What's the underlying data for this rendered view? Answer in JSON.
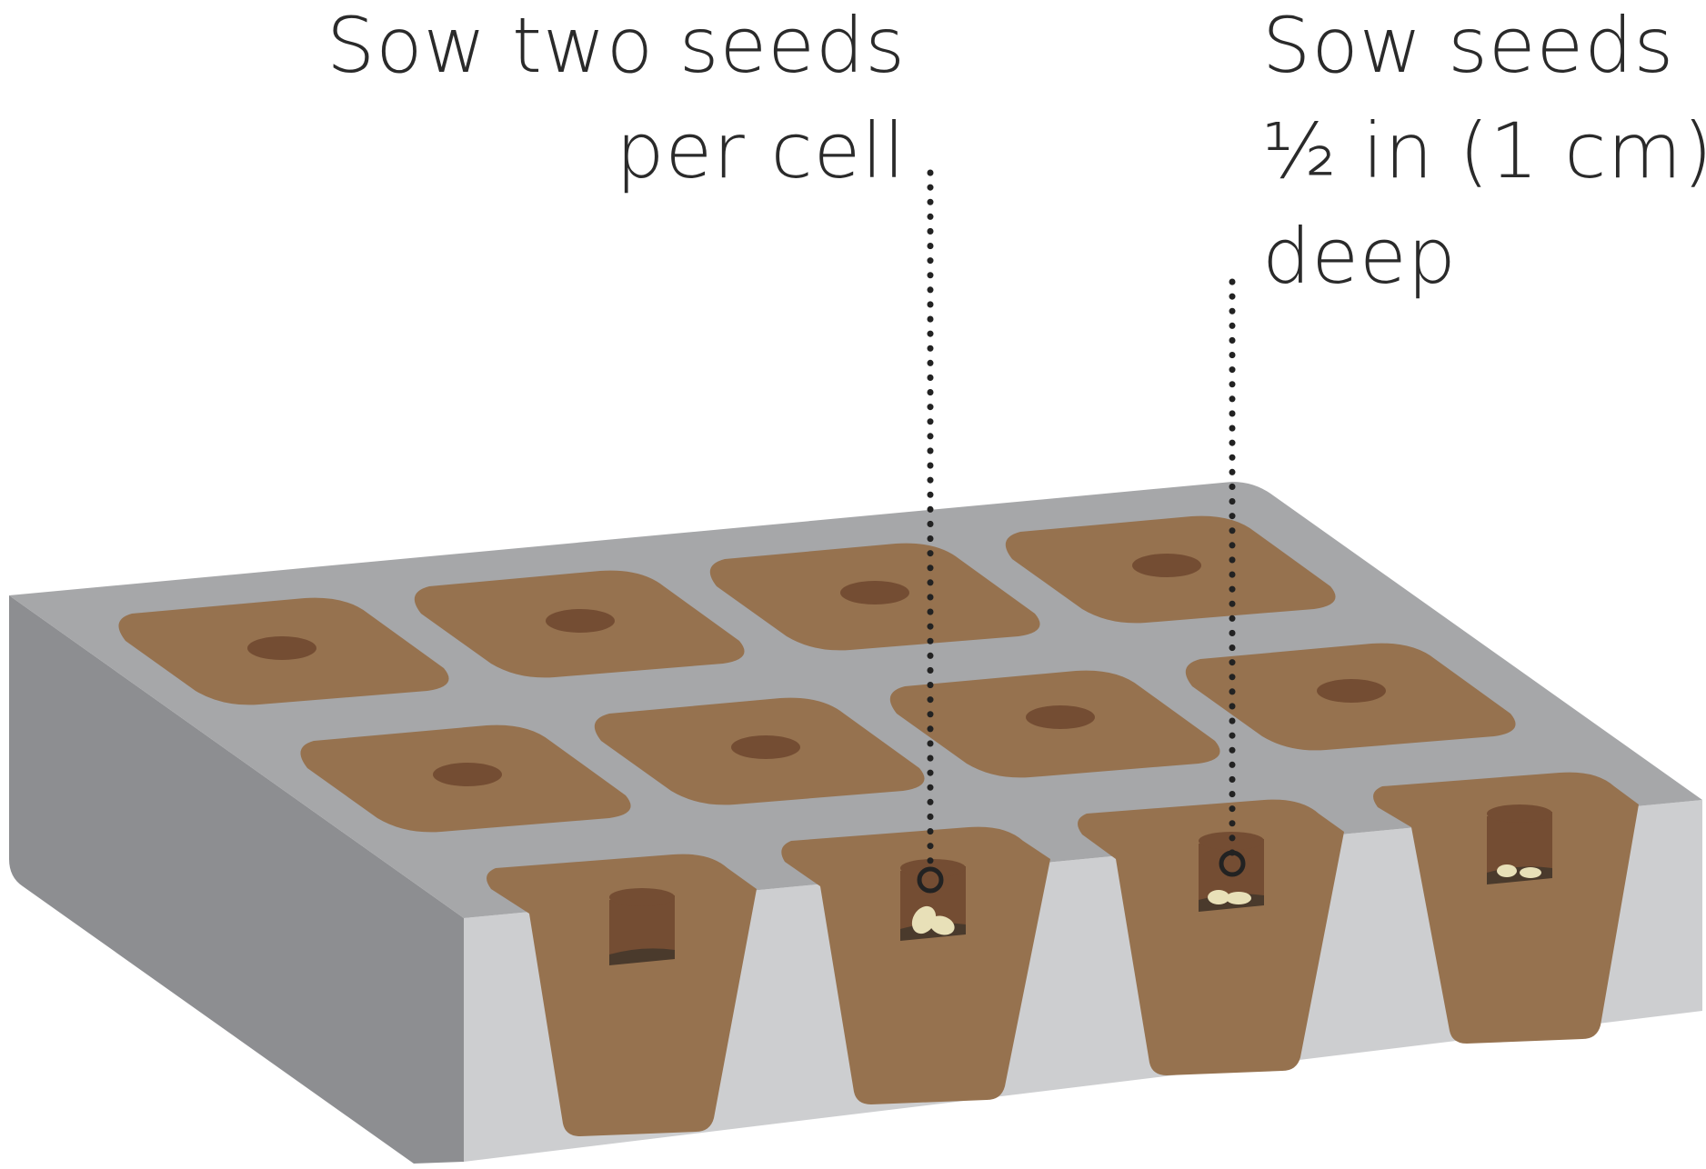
{
  "annotations": [
    {
      "id": "two-seeds",
      "lines": [
        "Sow two seeds",
        "per cell"
      ]
    },
    {
      "id": "seed-depth",
      "lines": [
        "Sow seeds",
        "½ in (1 cm)",
        "deep"
      ]
    }
  ],
  "colors": {
    "tray_top": "#a6a7a9",
    "tray_side_left": "#8d8e91",
    "tray_side_front": "#cdced0",
    "soil": "#96724f",
    "hole": "#744d33",
    "hole_bottom": "#4a3a2c",
    "seed": "#e8e0b8",
    "leader": "#222222"
  }
}
